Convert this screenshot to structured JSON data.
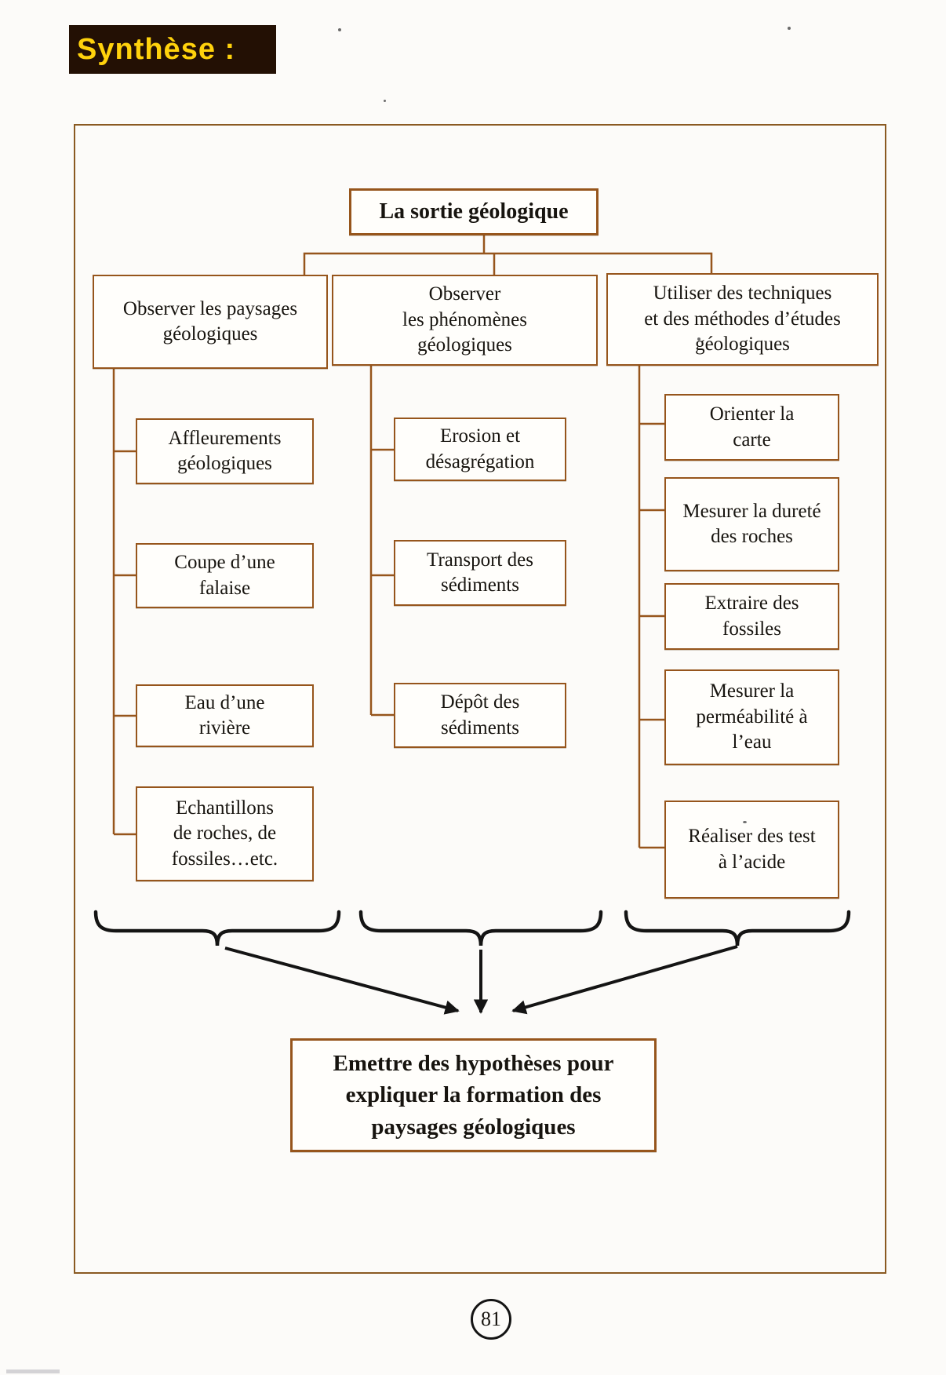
{
  "page": {
    "section_label": "Synthèse :",
    "page_number": "81"
  },
  "colors": {
    "accent_border": "#96551c",
    "frame_border": "#8a5a22",
    "heading_bg": "#231004",
    "heading_fg": "#ffd20c",
    "line_black": "#141414"
  },
  "diagram": {
    "root": {
      "label": "La sortie géologique"
    },
    "columns": [
      {
        "header": "Observer les paysages\ngéologiques",
        "items": [
          "Affleurements\ngéologiques",
          "Coupe d’une\nfalaise",
          "Eau d’une\nrivière",
          "Echantillons\nde roches, de\nfossiles…etc."
        ]
      },
      {
        "header": "Observer\nles phénomènes\ngéologiques",
        "items": [
          "Erosion et\ndésagrégation",
          "Transport des\nsédiments",
          "Dépôt des\nsédiments"
        ]
      },
      {
        "header": "Utiliser des techniques\net des méthodes d’études\ngéologiques",
        "items": [
          "Orienter la\ncarte",
          "Mesurer la dureté\ndes roches",
          "Extraire des\nfossiles",
          "Mesurer la\nperméabilité à\nl’eau",
          "Réaliser des test\nà l’acide"
        ]
      }
    ],
    "conclusion": "Emettre des hypothèses pour\nexpliquer la formation des\npaysages géologiques"
  }
}
